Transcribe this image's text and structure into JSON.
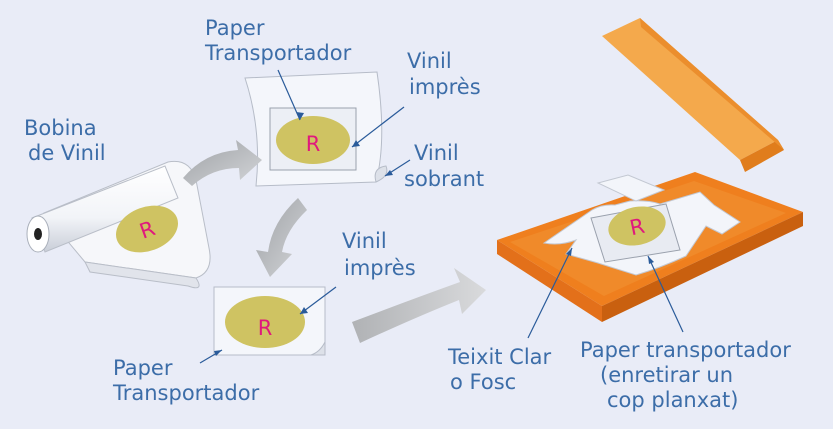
{
  "labels": {
    "bobina": [
      "Bobina",
      "de Vinil"
    ],
    "paper_top": [
      "Paper",
      "Transportador"
    ],
    "vinil_impres_top": [
      "Vinil",
      "imprès"
    ],
    "vinil_sobrant": [
      "Vinil",
      "sobrant"
    ],
    "vinil_impres_mid": [
      "Vinil",
      "imprès"
    ],
    "paper_bottom": [
      "Paper",
      "Transportador"
    ],
    "teixit": [
      "Teixit Clar",
      "o Fosc"
    ],
    "paper_press": [
      "Paper transportador",
      "(enretirar un",
      "cop planxat)"
    ]
  },
  "logo_letter": "R",
  "colors": {
    "background": "#e9ecf7",
    "label_text": "#3c6da8",
    "logo_letter": "#e0197d",
    "ellipse_fill": "#cfc362",
    "press_orange": "#ef7f1e",
    "lid_orange": "#f4a94c",
    "arrow_grey": "#b8babd"
  }
}
